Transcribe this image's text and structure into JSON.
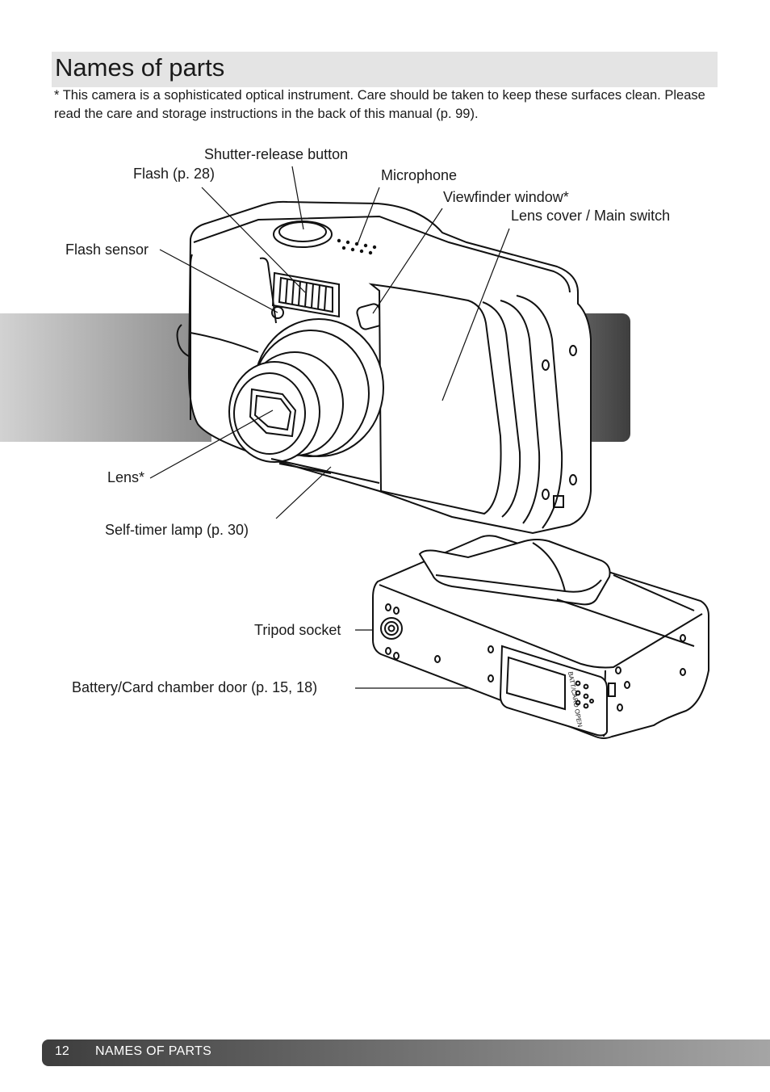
{
  "page": {
    "title": "Names of parts",
    "note": "* This camera is a sophisticated optical instrument. Care should be taken to keep these surfaces clean. Please read the care and storage instructions in the back of this manual (p. 99)."
  },
  "callouts": {
    "shutter": "Shutter-release button",
    "flash": "Flash (p. 28)",
    "microphone": "Microphone",
    "viewfinder": "Viewfinder window*",
    "lens_cover": "Lens cover / Main switch",
    "flash_sensor": "Flash sensor",
    "lens": "Lens*",
    "self_timer": "Self-timer lamp (p. 30)",
    "tripod": "Tripod socket",
    "battery_door": "Battery/Card chamber door (p. 15, 18)"
  },
  "camera_bottom": {
    "door_text": "BATT/CARD OPEN"
  },
  "footer": {
    "page_number": "12",
    "section": "NAMES OF PARTS"
  }
}
